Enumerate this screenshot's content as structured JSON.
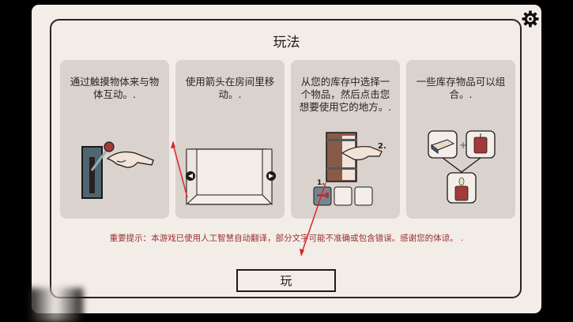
{
  "dialog": {
    "title": "玩法",
    "settings_icon": "gear-icon",
    "cards": [
      {
        "text": "通过触摸物体来与物体互动。.",
        "illustration": "lever-and-pointing-hand"
      },
      {
        "text": "使用箭头在房间里移动。.",
        "illustration": "room-with-left-right-arrows"
      },
      {
        "text": "从您的库存中选择一个物品，然后点击您想要使用它的地方。.",
        "illustration": "door-key-inventory",
        "step_labels": [
          "1.",
          "2."
        ]
      },
      {
        "text": "一些库存物品可以组合。.",
        "illustration": "matchbox-plus-candle-equals-lit-candle",
        "plus_sign": "+"
      }
    ],
    "notice": "重要提示：本游戏已使用人工智慧自动翻译，部分文字可能不准确或包含错误。感谢您的体谅。 .",
    "play_button": "玩"
  },
  "colors": {
    "panel_bg": "#f3ede7",
    "card_bg": "#d9d2cd",
    "notice_text": "#9b2e2e",
    "annotation_arrow": "#d9262b"
  }
}
